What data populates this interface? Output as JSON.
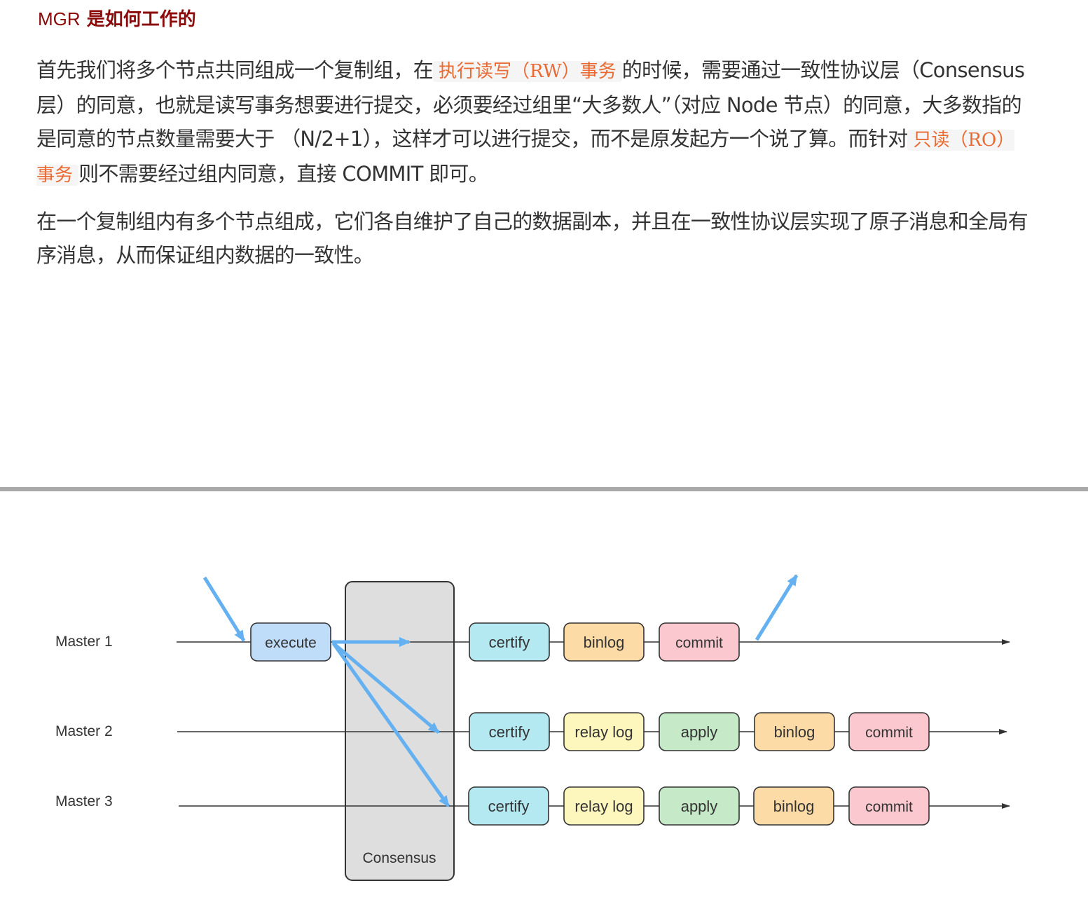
{
  "heading": {
    "prefix": "MGR",
    "title": "是如何工作的"
  },
  "paragraph1": {
    "t1": "首先我们将多个节点共同组成一个复制组，在",
    "code1": "执行读写（RW）事务",
    "t2": "的时候，需要通过一致性协议层（Consensus 层）的同意，也就是读写事务想要进行提交，必须要经过组里“大多数人”（对应 Node 节点）的同意，大多数指的是同意的节点数量需要大于 （N/2+1），这样才可以进行提交，而不是原发起方一个说了算。而针对",
    "code2": "只读（RO）事务",
    "t3": "则不需要经过组内同意，直接 COMMIT 即可。"
  },
  "paragraph2": "在一个复制组内有多个节点组成，它们各自维护了自己的数据副本，并且在一致性协议层实现了原子消息和全局有序消息，从而保证组内数据的一致性。",
  "diagram": {
    "consensus_label": "Consensus",
    "colors": {
      "execute": "#bfdcf8",
      "certify": "#b5e9f2",
      "binlog": "#fcdba6",
      "commit": "#fcc8cf",
      "relay_log": "#fdf7bd",
      "apply": "#c6e9c8",
      "arrow": "#64b0f0",
      "consensus": "#dedede"
    },
    "master1": {
      "label": "Master 1",
      "execute": "execute",
      "certify": "certify",
      "binlog": "binlog",
      "commit": "commit"
    },
    "master2": {
      "label": "Master 2",
      "certify": "certify",
      "relay_log": "relay log",
      "apply": "apply",
      "binlog": "binlog",
      "commit": "commit"
    },
    "master3": {
      "label": "Master 3",
      "certify": "certify",
      "relay_log": "relay log",
      "apply": "apply",
      "binlog": "binlog",
      "commit": "commit"
    }
  }
}
